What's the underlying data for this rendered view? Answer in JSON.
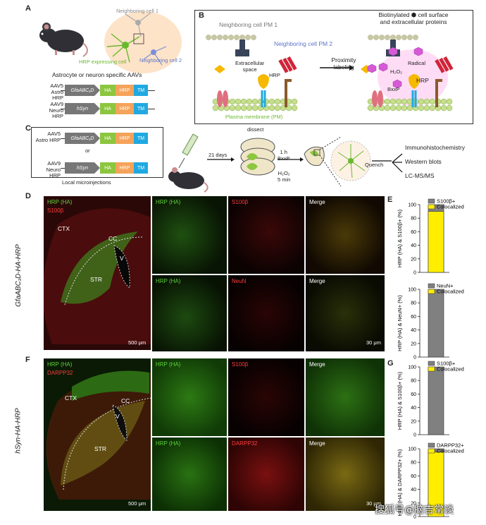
{
  "panels": {
    "A": {
      "letter": "A",
      "neighbor1": "Neighboring cell 1",
      "neighbor2": "Neighboring cell 2",
      "hrp_cell": "HRP expressing cell",
      "aav_title": "Astrocyte or neuron specific AAVs",
      "c1_name": "AAV5",
      "c1_sub": "Astro HRP",
      "c1_promoter": "GfaABC₁D",
      "c2_name": "AAV9",
      "c2_sub": "Neuro HRP",
      "c2_promoter": "hSyn",
      "seg_ha": "HA",
      "seg_hrp": "HRP",
      "seg_tm": "TM"
    },
    "B": {
      "letter": "B",
      "pm1": "Neighboring cell PM 1",
      "pm2": "Neighboring cell PM 2",
      "extracellular": "Extracellular\nspace",
      "hrp": "HRP",
      "plasma": "Plasma membrane (PM)",
      "prox1": "Proximity",
      "prox2": "labeling",
      "bio_title": "Biotinylated ⬢ cell surface\nand extracellular proteins",
      "h2o2": "H₂O₂",
      "radical": "Radical",
      "bxxp": "BxxP",
      "hrp2": "HRP",
      "b": "B"
    },
    "C": {
      "letter": "C",
      "c1_name": "AAV5",
      "c1_sub": "Astro HRP",
      "c1_promoter": "GfaABC₁D",
      "or": "or",
      "c2_name": "AAV9",
      "c2_sub": "Neuro HRP",
      "c2_promoter": "hSyn",
      "local": "Local microinjections",
      "days": "21 days",
      "dissect": "dissect",
      "bxxp": "1 h\nBxxP",
      "h2o2": "H₂O₂\n5 min",
      "quench": "Quench",
      "out1": "Immunohistochemistry",
      "out2": "Western blots",
      "out3": "LC-MS/MS"
    },
    "D": {
      "letter": "D",
      "side_title": "GfaABC₁D-HA-HRP",
      "hrp_ha": "HRP (HA)",
      "s100b": "S100β",
      "neun": "NeuN",
      "merge": "Merge",
      "ctx": "CTX",
      "cc": "CC",
      "v": "V",
      "str": "STR",
      "scale1": "500 μm",
      "scale2": "30 μm"
    },
    "E": {
      "letter": "E"
    },
    "F": {
      "letter": "F",
      "side_title": "hSyn-HA-HRP",
      "hrp_ha": "HRP (HA)",
      "darpp": "DARPP32",
      "s100b": "S100β",
      "merge": "Merge",
      "ctx": "CTX",
      "cc": "CC",
      "v": "V",
      "str": "STR",
      "scale1": "500 μm",
      "scale2": "30 μm"
    },
    "G": {
      "letter": "G"
    },
    "watermark": "搜狐号@脑吉常谈"
  },
  "chart_data": [
    {
      "type": "bar",
      "panel": "E",
      "ylabel": "HRP (HA) & S100β+ (%)",
      "ylim": [
        0,
        100
      ],
      "yticks": [
        0,
        20,
        40,
        60,
        80,
        100
      ],
      "series": [
        {
          "name": "S100β+",
          "color": "#808080",
          "values": [
            100
          ]
        },
        {
          "name": "Colocalized",
          "color": "#ffee00",
          "values": [
            90
          ]
        }
      ]
    },
    {
      "type": "bar",
      "panel": "E",
      "ylabel": "HRP (HA) & NeuN+ (%)",
      "ylim": [
        0,
        100
      ],
      "yticks": [
        0,
        20,
        40,
        60,
        80,
        100
      ],
      "series": [
        {
          "name": "NeuN+",
          "color": "#808080",
          "values": [
            100
          ]
        },
        {
          "name": "Colocalized",
          "color": "#ffee00",
          "values": [
            0
          ]
        }
      ]
    },
    {
      "type": "bar",
      "panel": "G",
      "ylabel": "HRP (HA) & S100β+ (%)",
      "ylim": [
        0,
        100
      ],
      "yticks": [
        0,
        20,
        40,
        60,
        80,
        100
      ],
      "series": [
        {
          "name": "S100β+",
          "color": "#808080",
          "values": [
            100
          ]
        },
        {
          "name": "Colocalized",
          "color": "#ffee00",
          "values": [
            0
          ]
        }
      ]
    },
    {
      "type": "bar",
      "panel": "G",
      "ylabel": "HRP (HA) & DARPP32+ (%)",
      "ylim": [
        0,
        100
      ],
      "yticks": [
        0,
        20,
        40,
        60,
        80,
        100
      ],
      "series": [
        {
          "name": "DARPP32+",
          "color": "#808080",
          "values": [
            100
          ]
        },
        {
          "name": "Colocalized",
          "color": "#ffee00",
          "values": [
            95
          ]
        }
      ]
    }
  ]
}
